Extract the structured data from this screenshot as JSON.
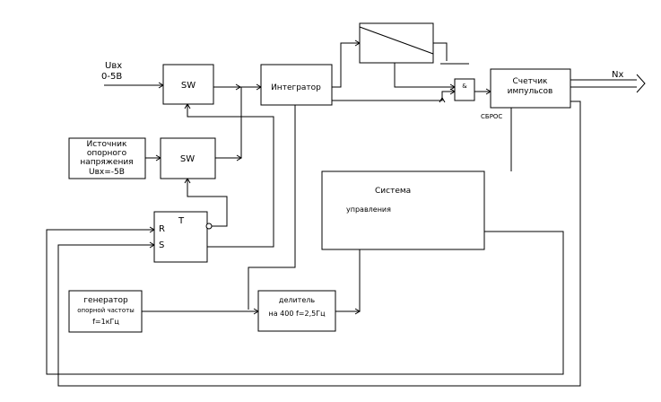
{
  "input": {
    "label": "Uвх",
    "range": "0-5В"
  },
  "switch_label": "SW",
  "integrator": "Интегратор",
  "reference_source": [
    "Источник",
    "опорного",
    "напряжения",
    "Uвх=-5В"
  ],
  "trigger": {
    "r": "R",
    "t": "T",
    "s": "S"
  },
  "generator": [
    "генератор",
    "опорной частоты",
    "f=1кГц"
  ],
  "divider": [
    "делитель",
    "на 400 f=2,5Гц"
  ],
  "control_system": [
    "Система",
    "управления"
  ],
  "and_gate": "&",
  "counter": [
    "Счетчик",
    "импульсов"
  ],
  "reset_label": "СБРОС",
  "output_label": "Nx"
}
